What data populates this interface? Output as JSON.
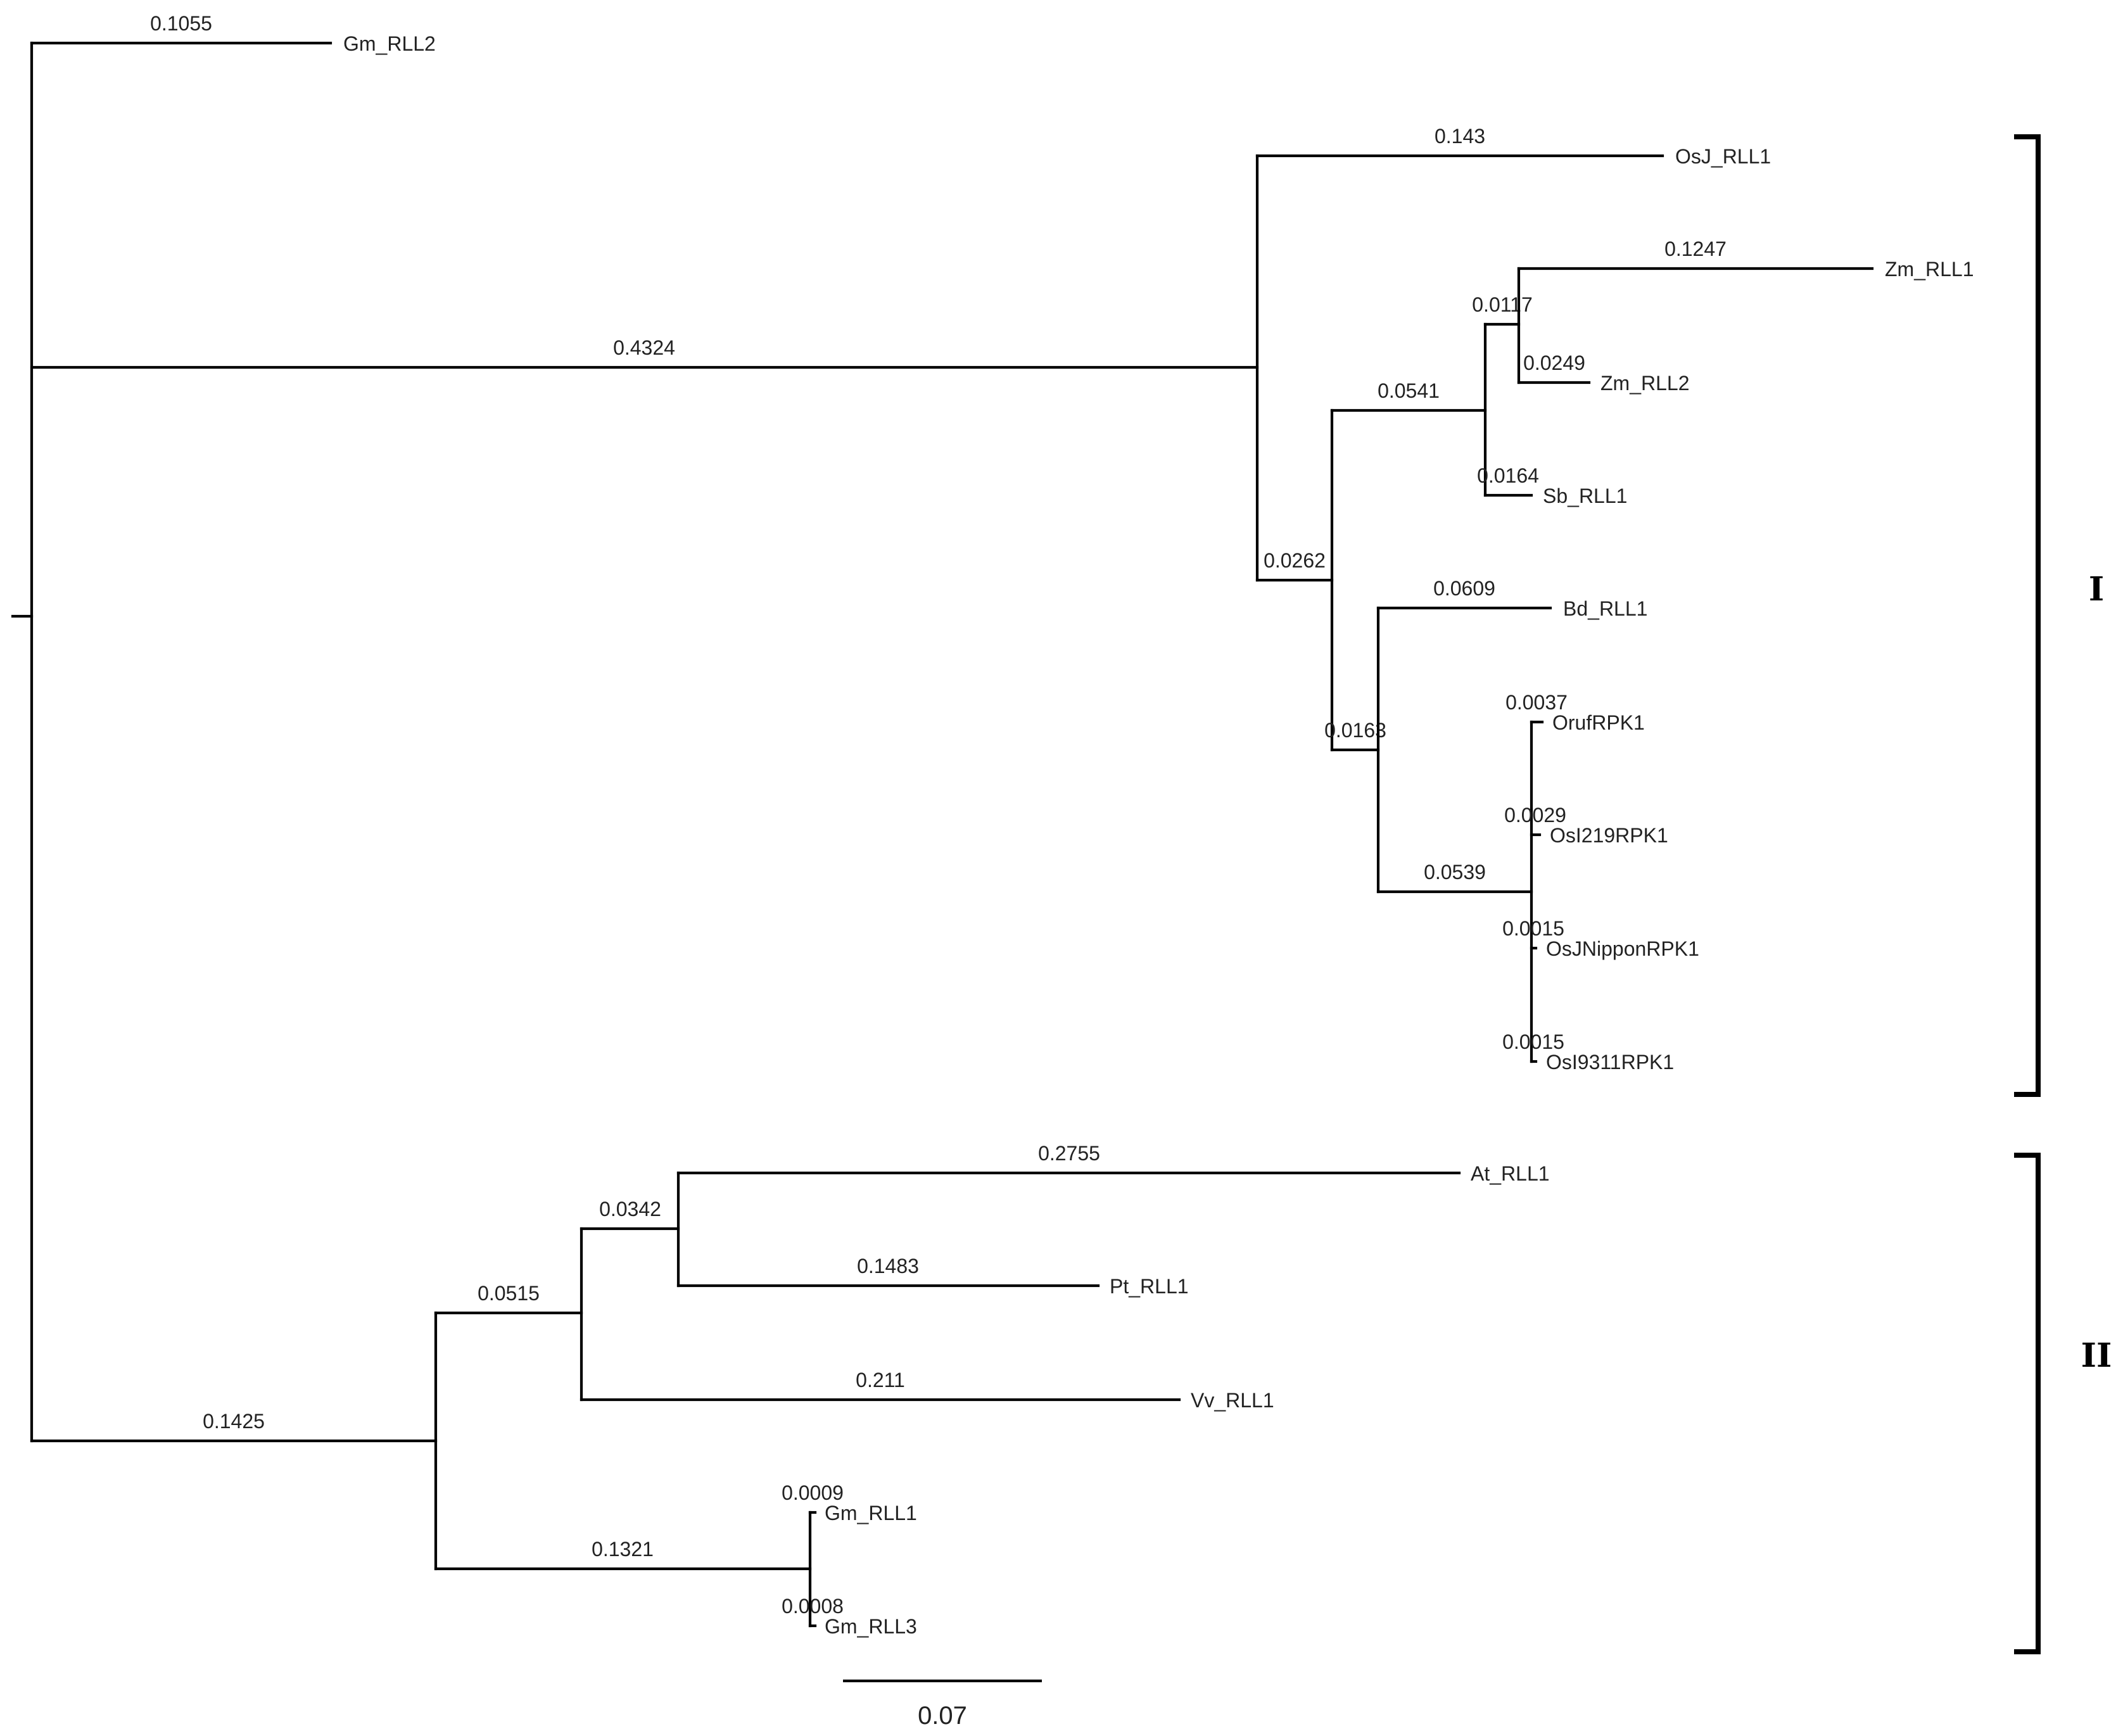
{
  "tree": {
    "type": "phylogram",
    "leaves": [
      {
        "id": "gm_rll2",
        "name": "Gm_RLL2",
        "branch_length": "0.1055"
      },
      {
        "id": "osj_rll1",
        "name": "OsJ_RLL1",
        "branch_length": "0.143"
      },
      {
        "id": "zm_rll1",
        "name": "Zm_RLL1",
        "branch_length": "0.1247"
      },
      {
        "id": "zm_rll2",
        "name": "Zm_RLL2",
        "branch_length": "0.0249"
      },
      {
        "id": "sb_rll1",
        "name": "Sb_RLL1",
        "branch_length": "0.0164"
      },
      {
        "id": "bd_rll1",
        "name": "Bd_RLL1",
        "branch_length": "0.0609"
      },
      {
        "id": "orufrpk1",
        "name": "OrufRPK1",
        "branch_length": "0.0037"
      },
      {
        "id": "osi219rpk1",
        "name": "OsI219RPK1",
        "branch_length": "0.0029"
      },
      {
        "id": "osjnipponrpk1",
        "name": "OsJNipponRPK1",
        "branch_length": "0.0015"
      },
      {
        "id": "osi9311rpk1",
        "name": "OsI9311RPK1",
        "branch_length": "0.0015"
      },
      {
        "id": "at_rll1",
        "name": "At_RLL1",
        "branch_length": "0.2755"
      },
      {
        "id": "pt_rll1",
        "name": "Pt_RLL1",
        "branch_length": "0.1483"
      },
      {
        "id": "vv_rll1",
        "name": "Vv_RLL1",
        "branch_length": "0.211"
      },
      {
        "id": "gm_rll1",
        "name": "Gm_RLL1",
        "branch_length": "0.0009"
      },
      {
        "id": "gm_rll3",
        "name": "Gm_RLL3",
        "branch_length": "0.0008"
      }
    ],
    "internal_nodes": [
      {
        "id": "monocot_clade",
        "branch_length": "0.4324"
      },
      {
        "id": "grass_core",
        "branch_length": "0.0262"
      },
      {
        "id": "panicoid",
        "branch_length": "0.0541"
      },
      {
        "id": "zea",
        "branch_length": "0.0117"
      },
      {
        "id": "bd_oryza",
        "branch_length": "0.0163"
      },
      {
        "id": "oryza",
        "branch_length": "0.0539"
      },
      {
        "id": "dicot_clade",
        "branch_length": "0.1425"
      },
      {
        "id": "rosid",
        "branch_length": "0.0515"
      },
      {
        "id": "at_pt",
        "branch_length": "0.0342"
      },
      {
        "id": "glycine",
        "branch_length": "0.1321"
      }
    ],
    "clades": [
      {
        "id": "clade-1",
        "label": "I"
      },
      {
        "id": "clade-2",
        "label": "II"
      }
    ],
    "scale_bar": {
      "label": "0.07",
      "value": 0.07
    }
  }
}
